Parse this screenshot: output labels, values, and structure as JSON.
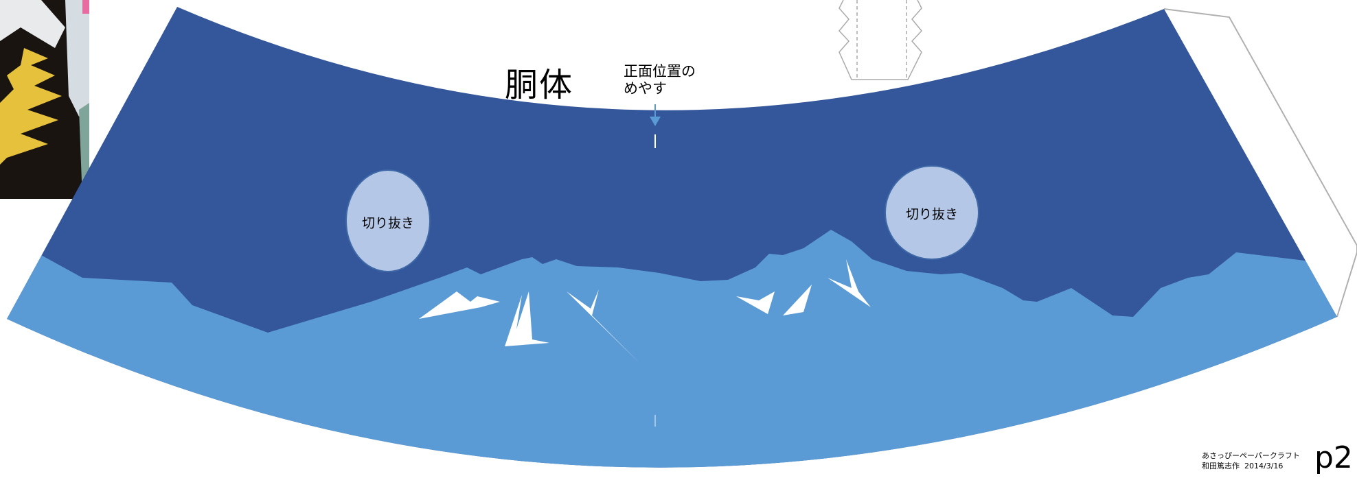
{
  "title": "胴体",
  "front_guide": {
    "line1": "正面位置の",
    "line2": "めやす"
  },
  "cutouts": [
    {
      "label": "切り抜き"
    },
    {
      "label": "切り抜き"
    }
  ],
  "footer": {
    "series": "あさっぴーペーパークラフト",
    "author": "和田篤志作",
    "date": "2014/3/16",
    "page": "p2"
  },
  "colors": {
    "body_dark": "#34569a",
    "mountain_light": "#5b9bd5",
    "snow": "#ffffff",
    "cutout_fill": "#b4c7e7",
    "guide_arrow": "#5b9bd5"
  }
}
